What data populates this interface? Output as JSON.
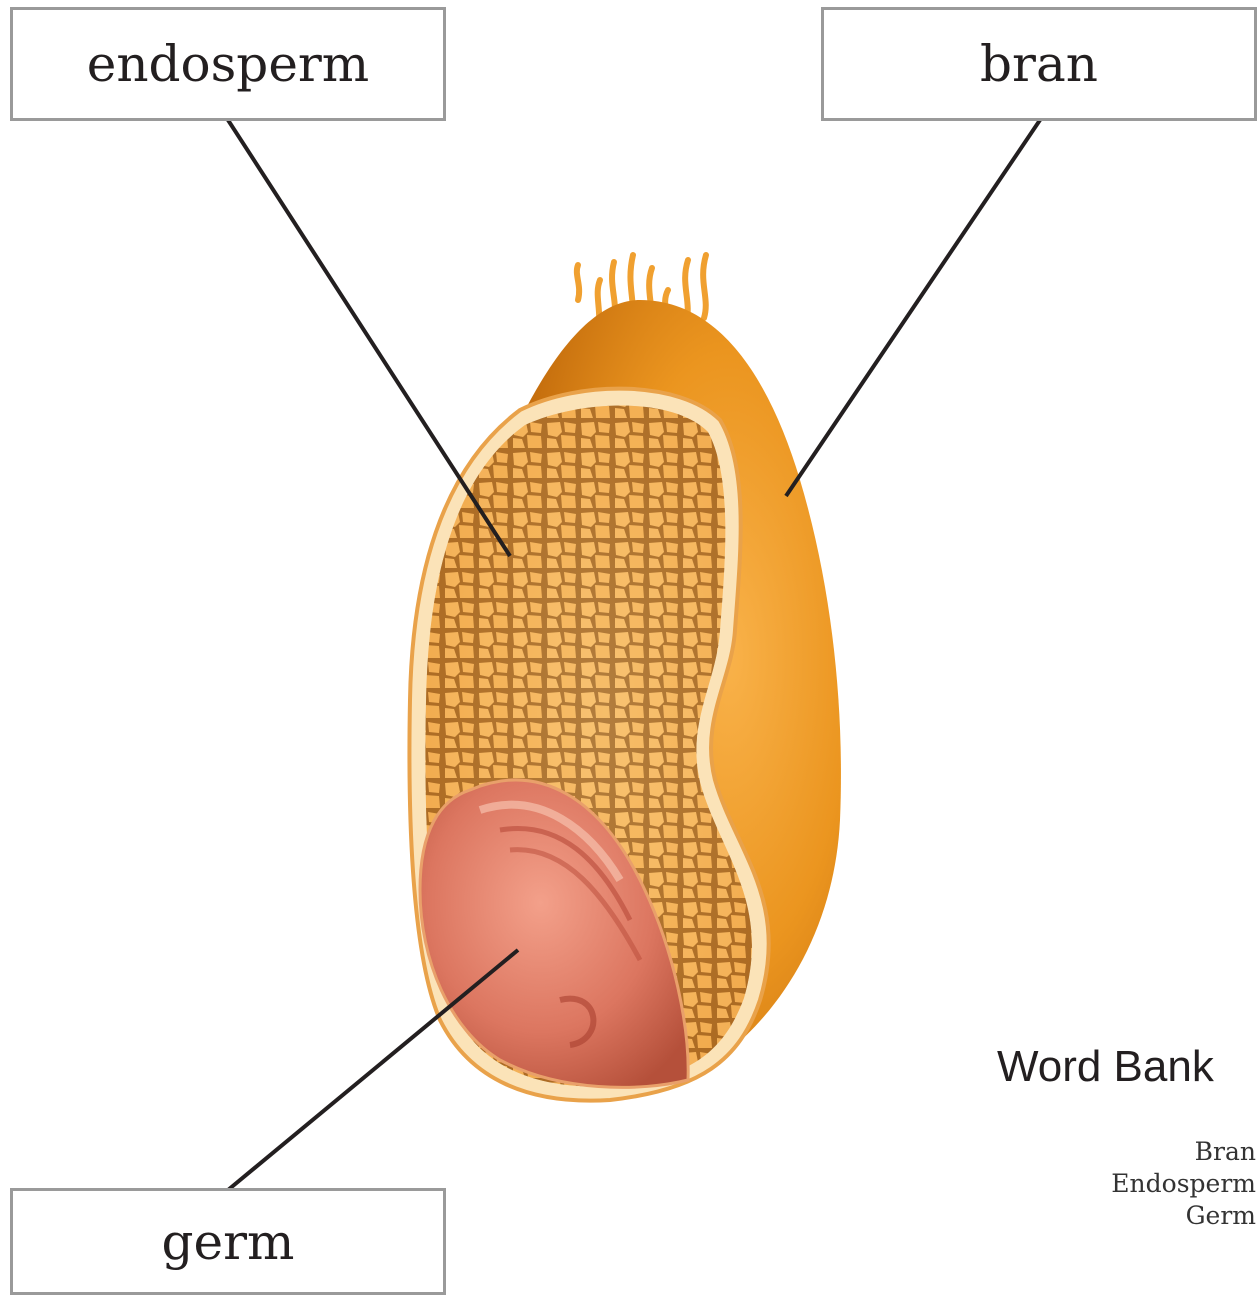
{
  "labels": {
    "endosperm": "endosperm",
    "bran": "bran",
    "germ": "germ"
  },
  "word_bank": {
    "title": "Word Bank",
    "items": [
      "Bran",
      "Endosperm",
      "Germ"
    ]
  },
  "colors": {
    "bran_outer": "#e8901c",
    "bran_light": "#f7a93a",
    "endosperm_fill": "#f6b860",
    "endosperm_cells": "#8a4e12",
    "germ_fill": "#d9705a",
    "germ_dark": "#b04a36",
    "box_border": "#9a9a9a",
    "leader_line": "#231f20"
  }
}
